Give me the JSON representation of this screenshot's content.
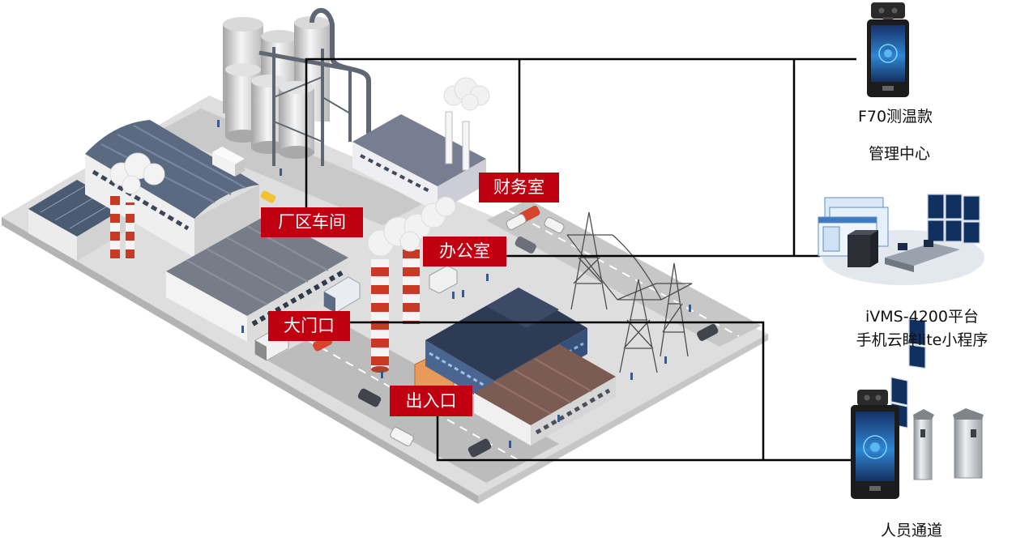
{
  "areas": {
    "finance": "财务室",
    "workshop": "厂区车间",
    "office": "办公室",
    "gate": "大门口",
    "entrance": "出入口"
  },
  "devices": {
    "f70": "F70测温款",
    "management": "管理中心",
    "platform": "iVMS-4200平台",
    "miniprogram": "手机云眸lite小程序",
    "passage": "人员通道"
  },
  "colors": {
    "label_bg": "#c00010",
    "label_text": "#ffffff",
    "connection_line": "#000000"
  }
}
